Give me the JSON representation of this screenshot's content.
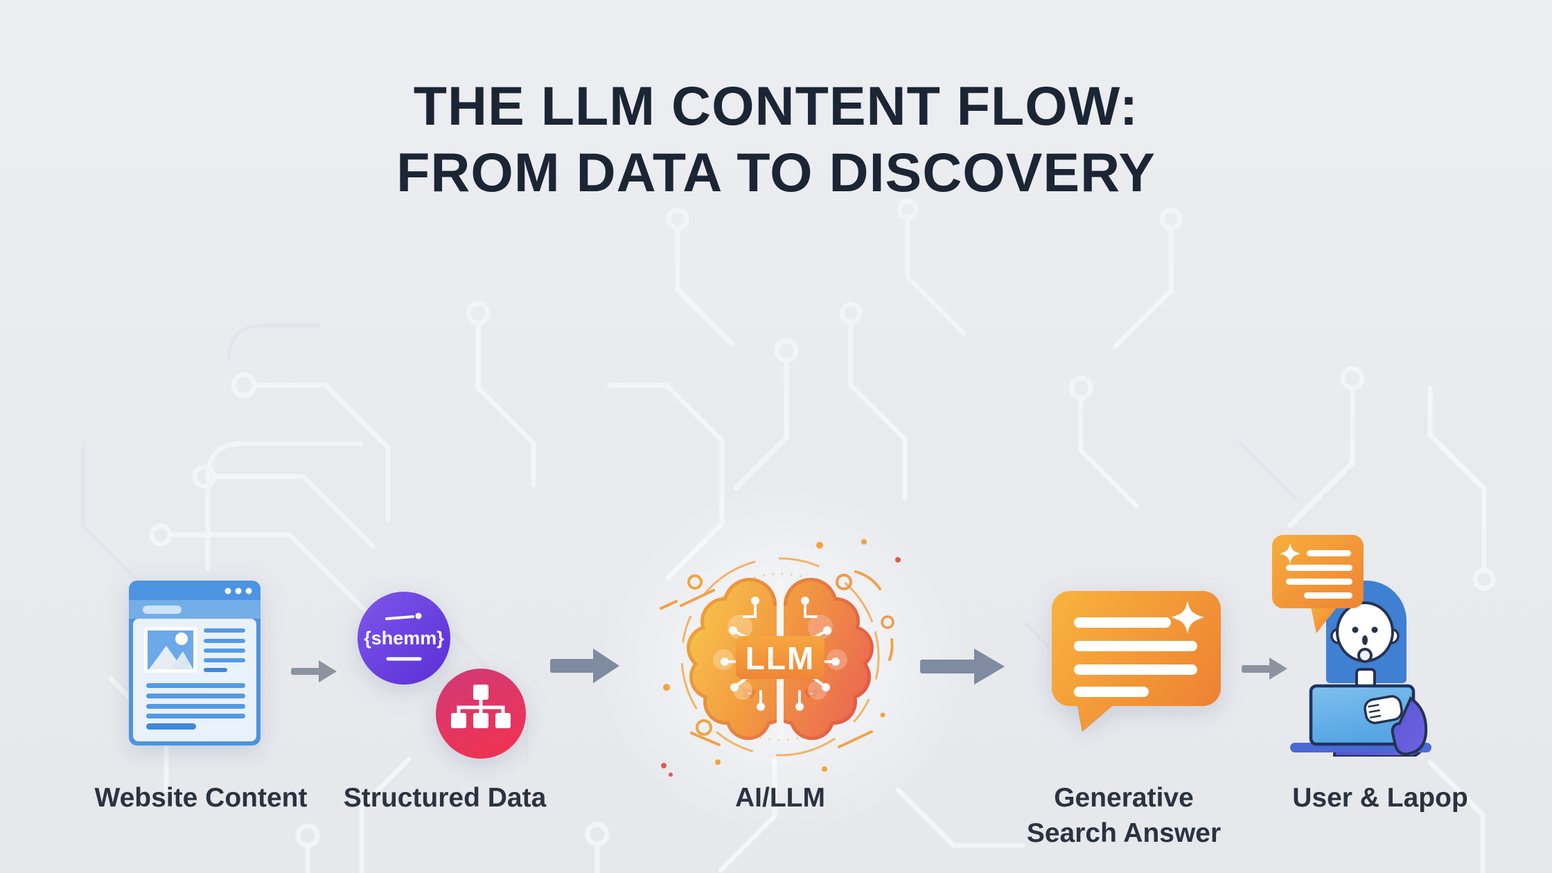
{
  "title": {
    "line1": "THE LLM CONTENT FLOW:",
    "line2": "FROM DATA TO DISCOVERY"
  },
  "steps": [
    {
      "id": "website-content",
      "label": "Website Content",
      "icon": "browser-window-icon"
    },
    {
      "id": "structured-data",
      "label": "Structured Data",
      "icon": "schema-circle-icon,sitemap-circle-icon",
      "schema_badge_text": "{shemm}"
    },
    {
      "id": "ai-llm",
      "label": "AI/LLM",
      "icon": "brain-circuit-icon",
      "brain_badge_text": "LLM"
    },
    {
      "id": "generative-search-answer",
      "label": "Generative Search Answer",
      "label_line1": "Generative",
      "label_line2": "Search Answer",
      "icon": "chat-bubble-sparkle-icon"
    },
    {
      "id": "user-laptop",
      "label": "User & Lapop",
      "icon": "person-with-laptop-icon"
    }
  ],
  "colors": {
    "background": "#e9ebee",
    "title_text": "#1c2534",
    "label_text": "#2b3240",
    "arrow_small": "#8d939e",
    "arrow_large": "#7e8ba0",
    "browser_blue": "#4c94e1",
    "schema_purple_start": "#7d57ea",
    "schema_purple_end": "#5a2ed6",
    "sitemap_pink_start": "#d03a78",
    "sitemap_pink_end": "#ed3355",
    "brain_gold": "#f7bb45",
    "brain_red": "#ec6b4e",
    "badge_orange": "#f29a3a",
    "bubble_orange_start": "#f8b43e",
    "bubble_orange_end": "#ee8132",
    "hair_blue": "#3f80d2",
    "shirt_violet_start": "#474bc6",
    "shirt_violet_end": "#6f63e4",
    "laptop_screen_blue": "#55a4e3",
    "laptop_base_blue": "#4b69d4",
    "circuit_trace": "#f3f5f8"
  }
}
